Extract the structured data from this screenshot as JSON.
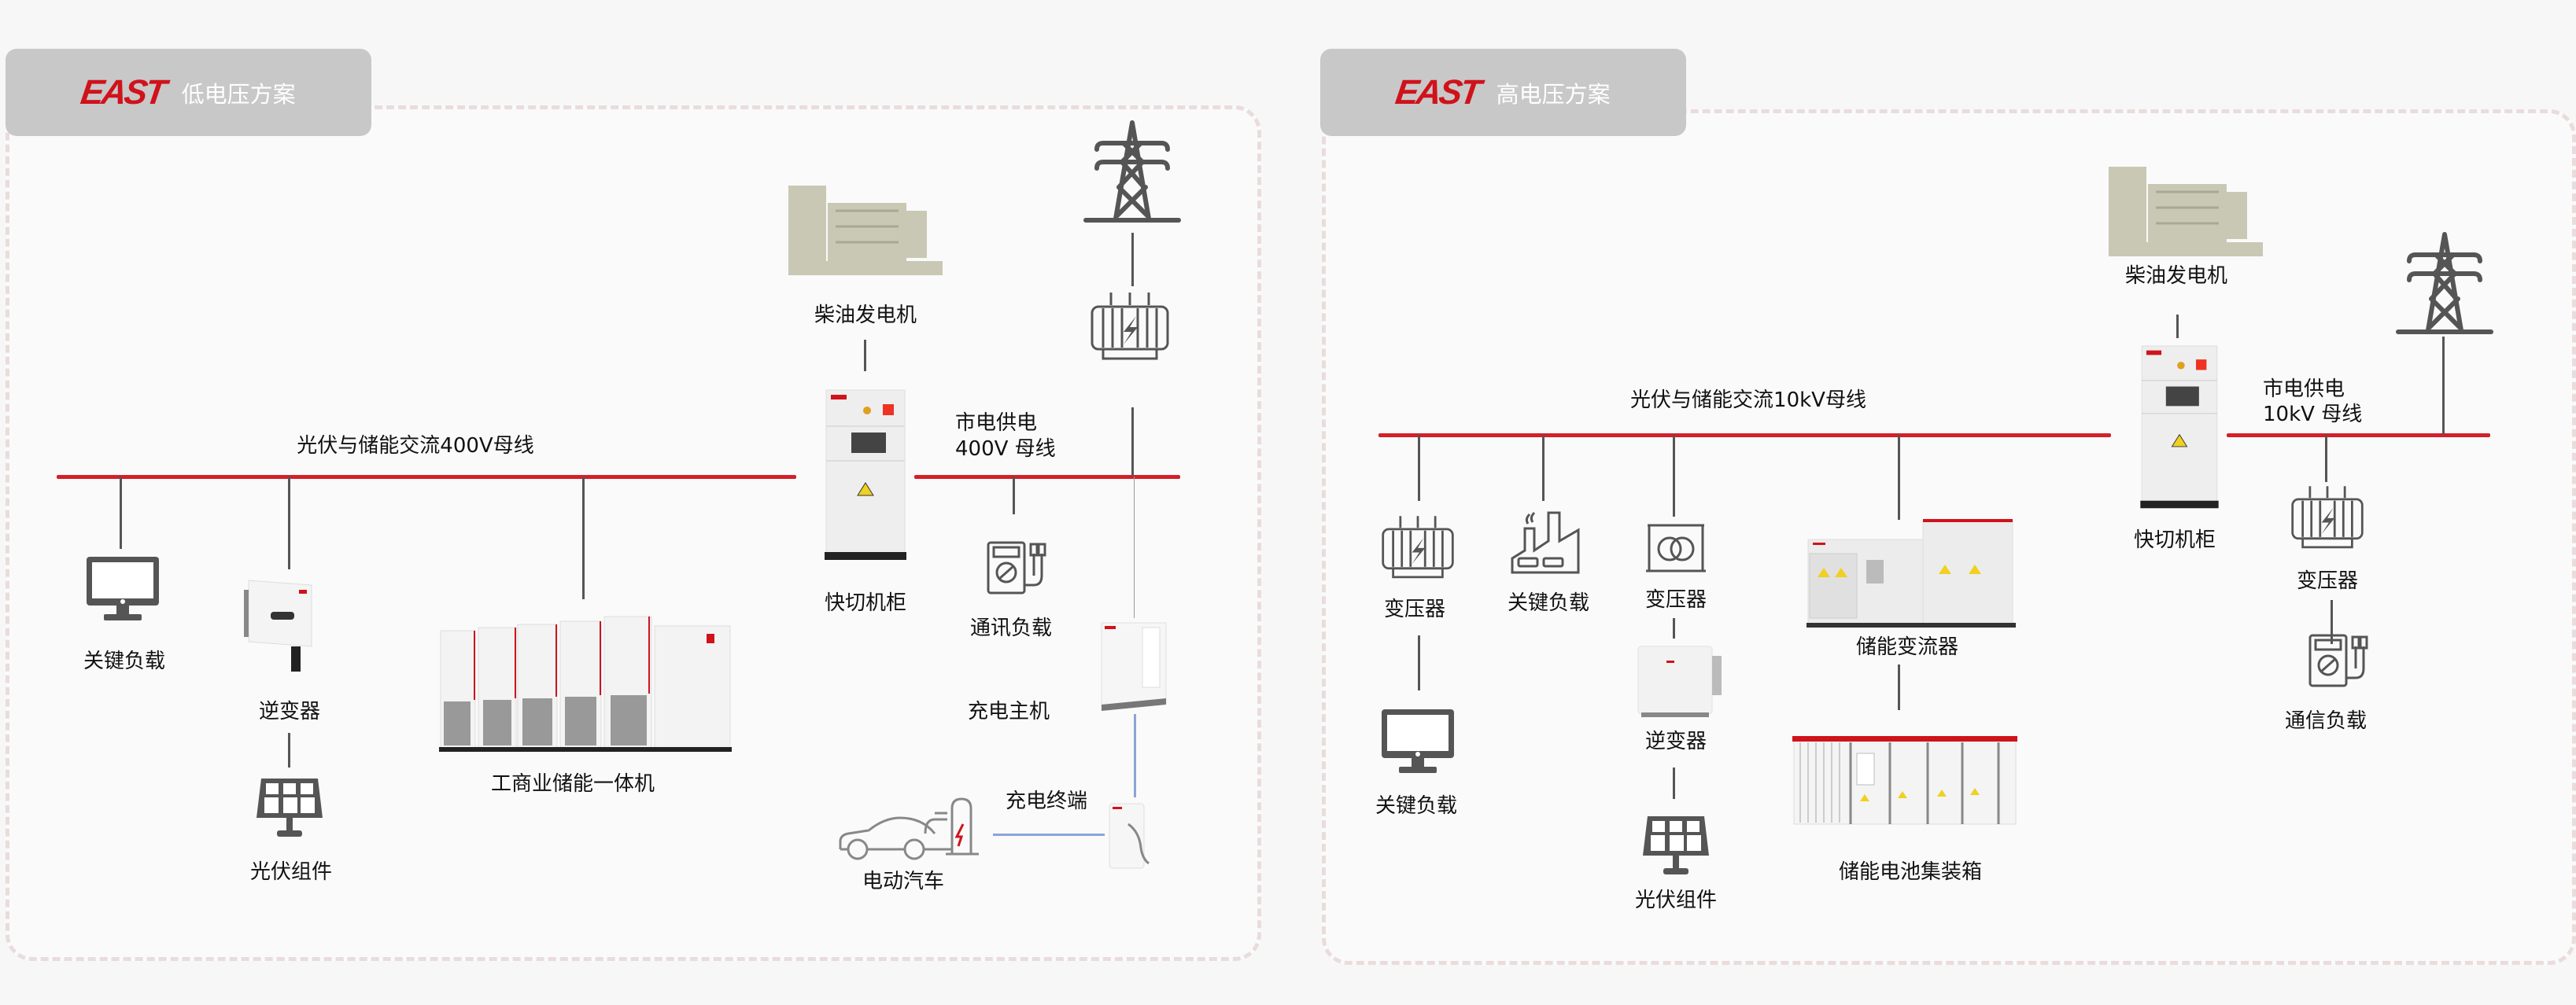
{
  "low_voltage": {
    "tab": {
      "logo": "EAST",
      "title": "低电压方案"
    },
    "bus_label": "光伏与储能交流400V母线",
    "grid_bus_label_line1": "市电供电",
    "grid_bus_label_line2": "400V 母线",
    "nodes": {
      "critical_load": "关键负载",
      "inverter": "逆变器",
      "pv_module": "光伏组件",
      "ci_ess": "工商业储能一体机",
      "diesel_generator": "柴油发电机",
      "fast_switch_cabinet": "快切机柜",
      "telecom_load": "通讯负载",
      "charging_host": "充电主机",
      "charging_terminal": "充电终端",
      "electric_vehicle": "电动汽车"
    }
  },
  "high_voltage": {
    "tab": {
      "logo": "EAST",
      "title": "高电压方案"
    },
    "bus_label": "光伏与储能交流10kV母线",
    "grid_bus_label_line1": "市电供电",
    "grid_bus_label_line2": "10kV 母线",
    "nodes": {
      "transformer_1": "变压器",
      "critical_load_factory": "关键负载",
      "transformer_2": "变压器",
      "pcs": "储能变流器",
      "critical_load_pc": "关键负载",
      "inverter": "逆变器",
      "pv_module": "光伏组件",
      "battery_container": "储能电池集装箱",
      "diesel_generator": "柴油发电机",
      "fast_switch_cabinet": "快切机柜",
      "transformer_3": "变压器",
      "telecom_load": "通信负载"
    }
  },
  "colors": {
    "bus": "#d32029",
    "brand": "#d0121b",
    "tab_bg": "#c8c8c8",
    "icon": "#555555",
    "link_blue": "#8aa6d6"
  }
}
